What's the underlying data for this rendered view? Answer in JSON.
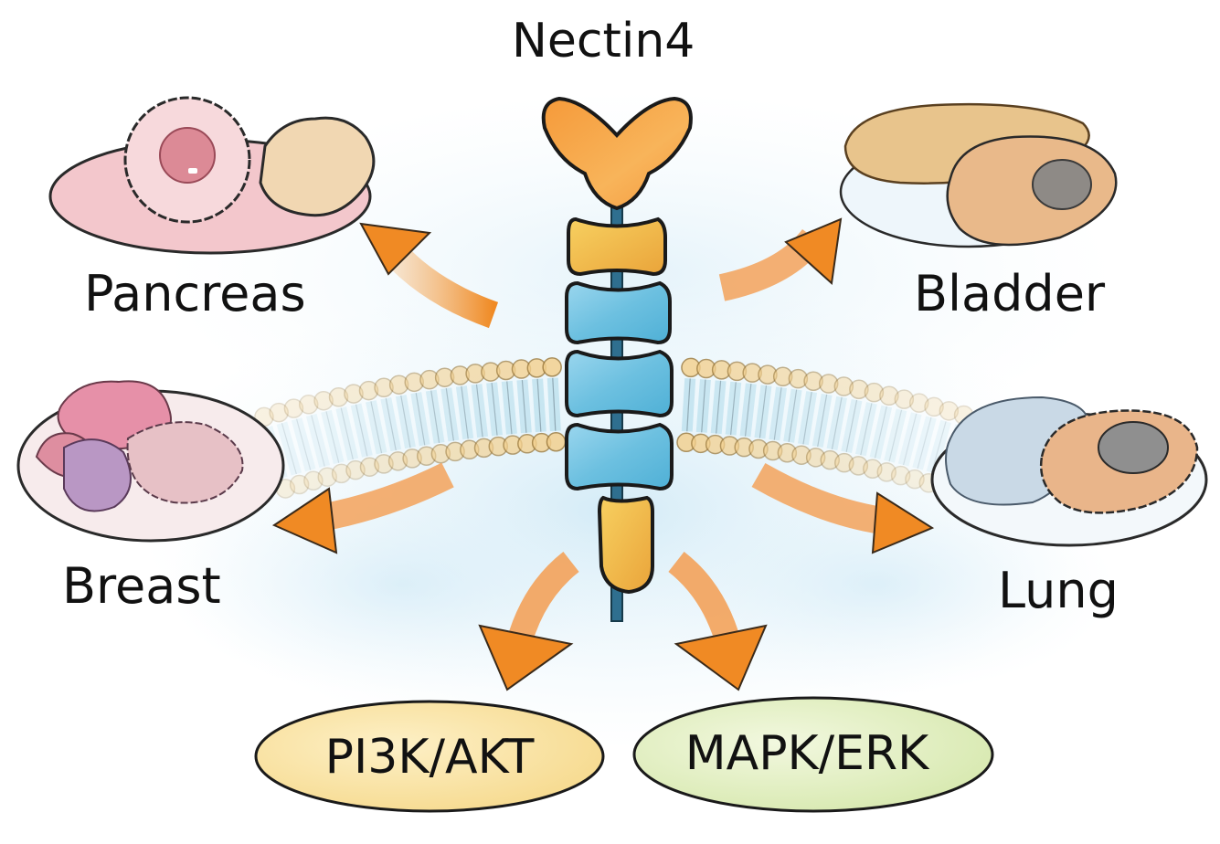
{
  "title": "Nectin4",
  "receptor": {
    "name": "Nectin4",
    "domains": [
      {
        "kind": "ligand-binding head",
        "color": "#f5a84a"
      },
      {
        "kind": "extracellular domain",
        "color": "#f2c04d"
      },
      {
        "kind": "membrane domain",
        "color": "#7cc7e3"
      },
      {
        "kind": "membrane domain",
        "color": "#7cc7e3"
      },
      {
        "kind": "membrane domain",
        "color": "#7cc7e3"
      },
      {
        "kind": "intracellular tail",
        "color": "#f2b24a"
      }
    ]
  },
  "organs": [
    {
      "label": "Pancreas",
      "position": "top-left"
    },
    {
      "label": "Bladder",
      "position": "top-right"
    },
    {
      "label": "Breast",
      "position": "middle-left"
    },
    {
      "label": "Lung",
      "position": "middle-right"
    }
  ],
  "pathways": [
    {
      "label": "PI3K/AKT",
      "fill": "#fbe6a6"
    },
    {
      "label": "MAPK/ERK",
      "fill": "#e2efc6"
    }
  ],
  "colors": {
    "arrow": "#f08a24",
    "membrane_head": "#f3d08e",
    "membrane_tail": "#bfe2ef",
    "background_wash": "#d9eef8",
    "outline": "#1a1a1a"
  }
}
